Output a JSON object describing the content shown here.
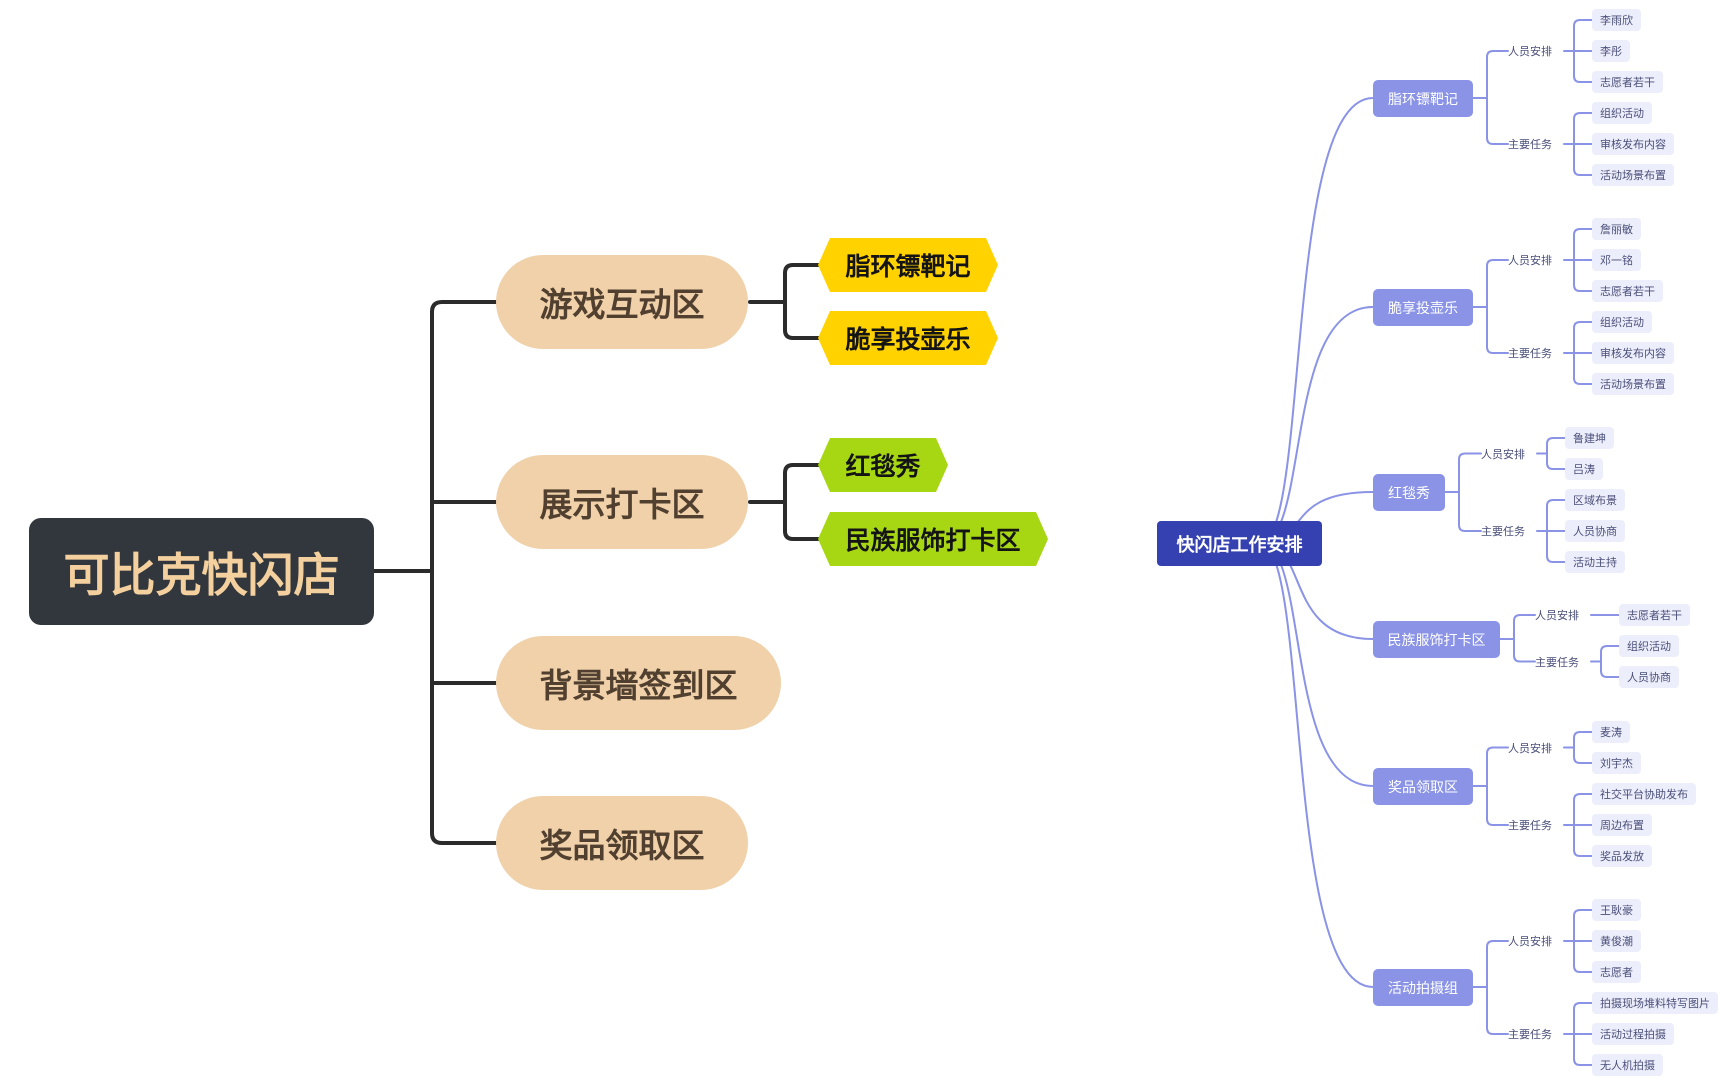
{
  "left_map": {
    "root": "可比克快闪店",
    "areas": [
      {
        "label": "游戏互动区",
        "items": [
          "脂环镖靶记",
          "脆享投壶乐"
        ]
      },
      {
        "label": "展示打卡区",
        "items": [
          "红毯秀",
          "民族服饰打卡区"
        ]
      },
      {
        "label": "背景墙签到区",
        "items": []
      },
      {
        "label": "奖品领取区",
        "items": []
      }
    ],
    "colors": {
      "root_bg": "#32363d",
      "root_text": "#f3d09e",
      "area_bg": "#f0d1aa",
      "area_text": "#51402f",
      "yellow_tag": "#ffd200",
      "green_tag": "#a7d712",
      "connector": "#2b2b2b"
    }
  },
  "right_map": {
    "root": "快闪店工作安排",
    "branches": [
      {
        "label": "脂环镖靶记",
        "staff_label": "人员安排",
        "staff": [
          "李雨欣",
          "李彤",
          "志愿者若干"
        ],
        "tasks_label": "主要任务",
        "tasks": [
          "组织活动",
          "审核发布内容",
          "活动场景布置"
        ]
      },
      {
        "label": "脆享投壶乐",
        "staff_label": "人员安排",
        "staff": [
          "詹丽敏",
          "邓一铭",
          "志愿者若干"
        ],
        "tasks_label": "主要任务",
        "tasks": [
          "组织活动",
          "审核发布内容",
          "活动场景布置"
        ]
      },
      {
        "label": "红毯秀",
        "staff_label": "人员安排",
        "staff": [
          "鲁建坤",
          "吕涛"
        ],
        "tasks_label": "主要任务",
        "tasks": [
          "区域布景",
          "人员协商",
          "活动主持"
        ]
      },
      {
        "label": "民族服饰打卡区",
        "staff_label": "人员安排",
        "staff": [
          "志愿者若干"
        ],
        "tasks_label": "主要任务",
        "tasks": [
          "组织活动",
          "人员协商"
        ]
      },
      {
        "label": "奖品领取区",
        "staff_label": "人员安排",
        "staff": [
          "麦涛",
          "刘宇杰"
        ],
        "tasks_label": "主要任务",
        "tasks": [
          "社交平台协助发布",
          "周边布置",
          "奖品发放"
        ]
      },
      {
        "label": "活动拍摄组",
        "staff_label": "人员安排",
        "staff": [
          "王耿豪",
          "黄俊潮",
          "志愿者"
        ],
        "tasks_label": "主要任务",
        "tasks": [
          "拍摄现场堆料特写图片",
          "活动过程拍摄",
          "无人机拍摄"
        ]
      }
    ],
    "colors": {
      "root_bg": "#3541b0",
      "branch_bg": "#8a93e6",
      "leaf_bg": "#edeefb",
      "connector": "#8a93e6"
    }
  }
}
